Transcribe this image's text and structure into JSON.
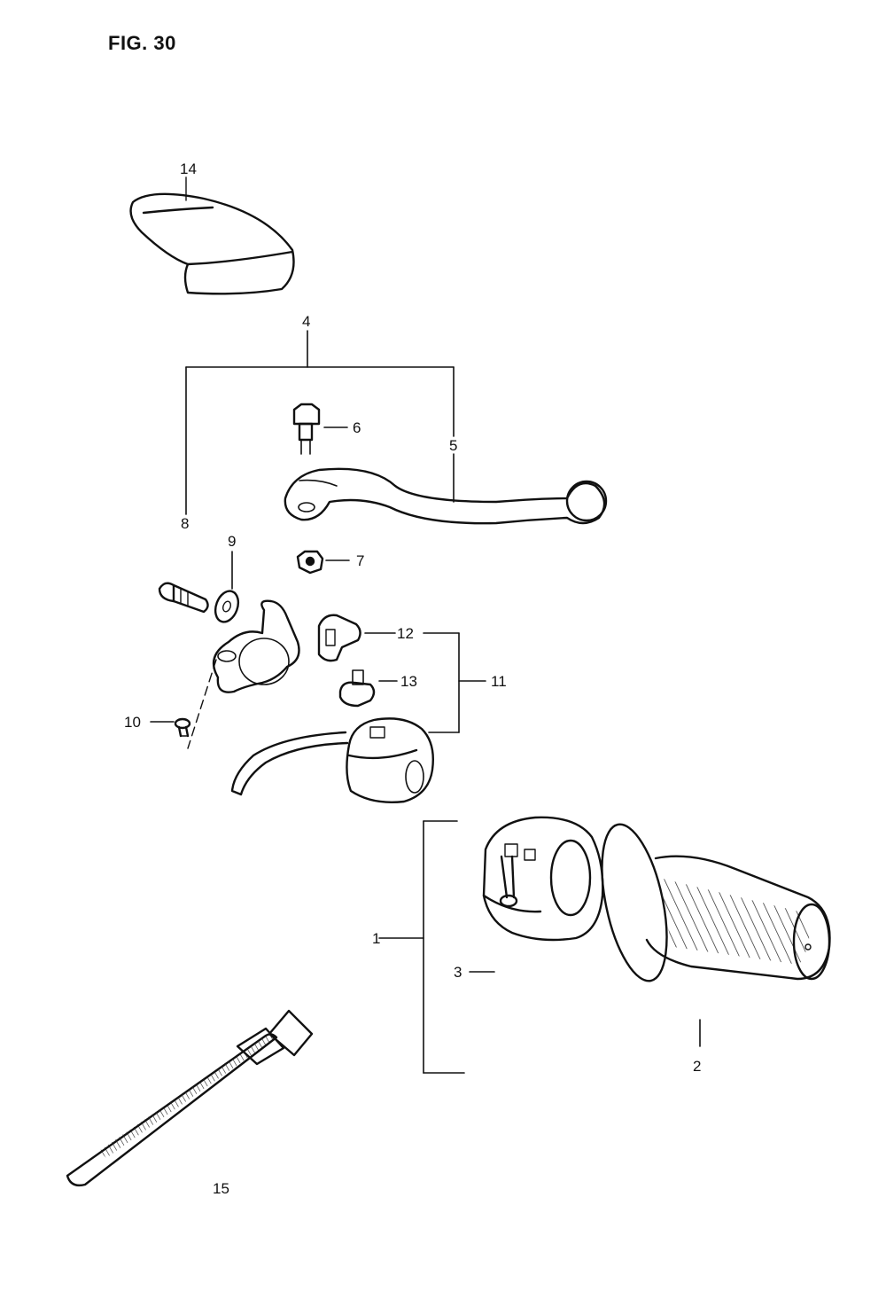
{
  "figure": {
    "title": "FIG. 30"
  },
  "callouts": [
    {
      "id": "1",
      "label": "1"
    },
    {
      "id": "2",
      "label": "2"
    },
    {
      "id": "3",
      "label": "3"
    },
    {
      "id": "4",
      "label": "4"
    },
    {
      "id": "5",
      "label": "5"
    },
    {
      "id": "6",
      "label": "6"
    },
    {
      "id": "7",
      "label": "7"
    },
    {
      "id": "8",
      "label": "8"
    },
    {
      "id": "9",
      "label": "9"
    },
    {
      "id": "10",
      "label": "10"
    },
    {
      "id": "11",
      "label": "11"
    },
    {
      "id": "12",
      "label": "12"
    },
    {
      "id": "13",
      "label": "13"
    },
    {
      "id": "14",
      "label": "14"
    },
    {
      "id": "15",
      "label": "15"
    }
  ]
}
